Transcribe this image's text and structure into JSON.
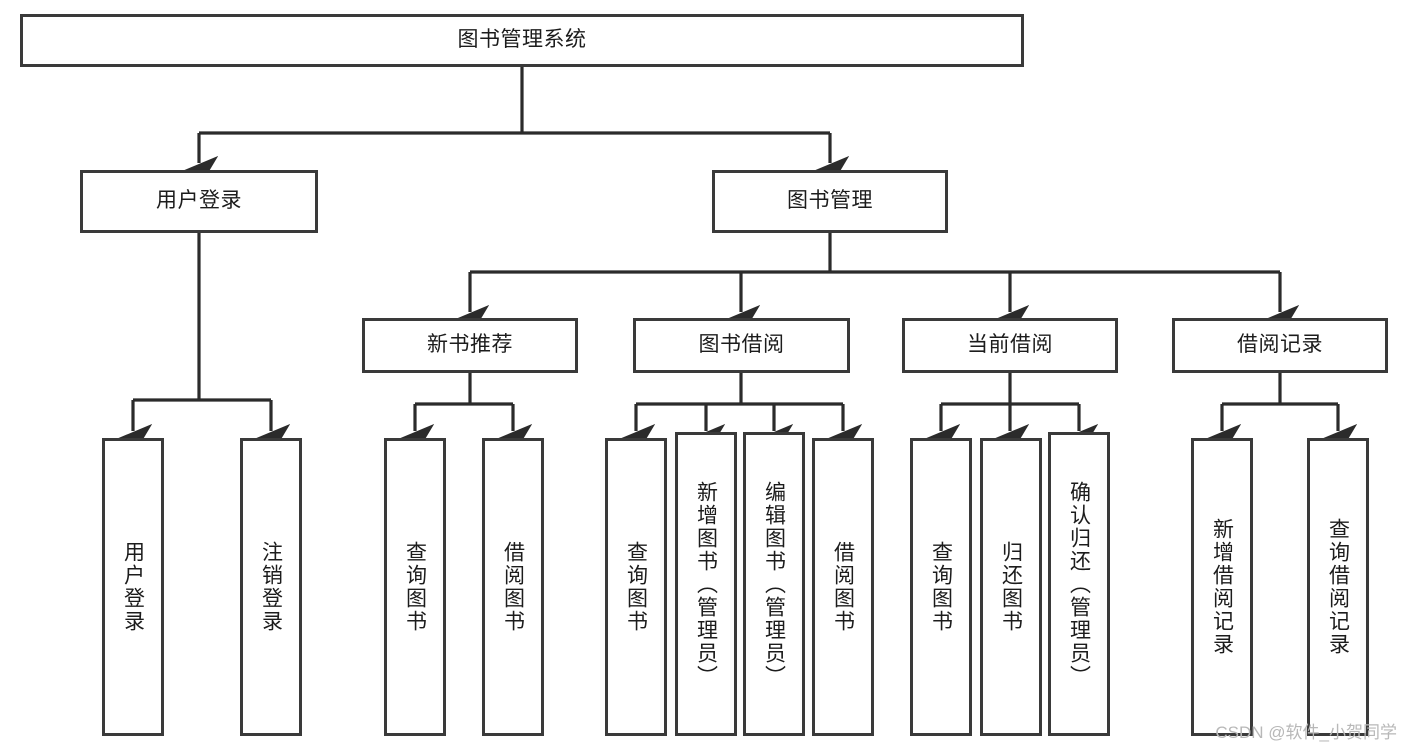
{
  "diagram": {
    "title": "图书管理系统",
    "type": "hierarchy-tree",
    "orientation": "top-down",
    "watermark": "CSDN @软件_小贺同学",
    "style": {
      "box_border_color": "#3a3a3a",
      "box_fill_color": "#ffffff",
      "connector_color": "#2b2b2b",
      "text_color": "#1c1c1c",
      "background": "#ffffff"
    }
  },
  "nodes": {
    "root": {
      "label": "图书管理系统"
    },
    "level2": [
      {
        "label": "用户登录"
      },
      {
        "label": "图书管理"
      }
    ],
    "level3": [
      {
        "label": "新书推荐"
      },
      {
        "label": "图书借阅"
      },
      {
        "label": "当前借阅"
      },
      {
        "label": "借阅记录"
      }
    ],
    "leaves": {
      "user_login": [
        {
          "label": "用户登录"
        },
        {
          "label": "注销登录"
        }
      ],
      "new_book_recommend": [
        {
          "label": "查询图书"
        },
        {
          "label": "借阅图书"
        }
      ],
      "book_borrow": [
        {
          "label": "查询图书"
        },
        {
          "label": "新增图书（管理员）"
        },
        {
          "label": "编辑图书（管理员）"
        },
        {
          "label": "借阅图书"
        }
      ],
      "current_borrow": [
        {
          "label": "查询图书"
        },
        {
          "label": "归还图书"
        },
        {
          "label": "确认归还（管理员）"
        }
      ],
      "borrow_record": [
        {
          "label": "新增借阅记录"
        },
        {
          "label": "查询借阅记录"
        }
      ]
    }
  }
}
